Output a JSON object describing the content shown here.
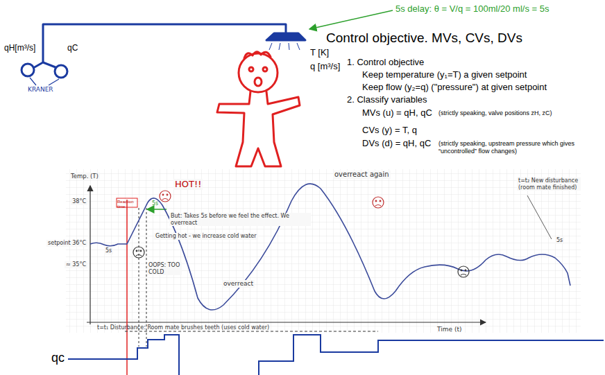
{
  "diagram": {
    "title": "Control objective. MVs, CVs, DVs",
    "labels": [
      "5s delay: θ = V/q = 100ml/20 ml/s = 5s",
      "qH[m³/s]",
      "qC",
      "KRANER",
      "T [K]",
      "q [m³/s]",
      "1. Control objective",
      "Keep temperature (y₁=T) a given setpoint",
      "Keep flow (y₂=q) (\"pressure\") at given setpoint",
      "2. Classify variables",
      "MVs (u) = qH, qC",
      "(strictly speaking, valve positions zH, zC)",
      "CVs (y) = T, q",
      "DVs (d) = qH, qC",
      "(strictly speaking, upstream pressure which gives “uncontrolled” flow changes)",
      "Temp. (T)",
      "38°C",
      "setpoint 36°C",
      "≈ 35°C",
      "HOT!!",
      "Reaction time",
      "5s",
      "But: Takes 5s before we feel the effect. We overreact",
      "Getting hot - we increase cold water",
      "5s",
      "OOPS: TOO COLD",
      "overreact",
      "overreact again",
      "t=t₁ Disturbance: Room mate brushes teeth (uses cold water)",
      "Time (t)",
      "t=t₂ New disturbance (room mate finished)",
      "5s",
      "qc"
    ]
  }
}
